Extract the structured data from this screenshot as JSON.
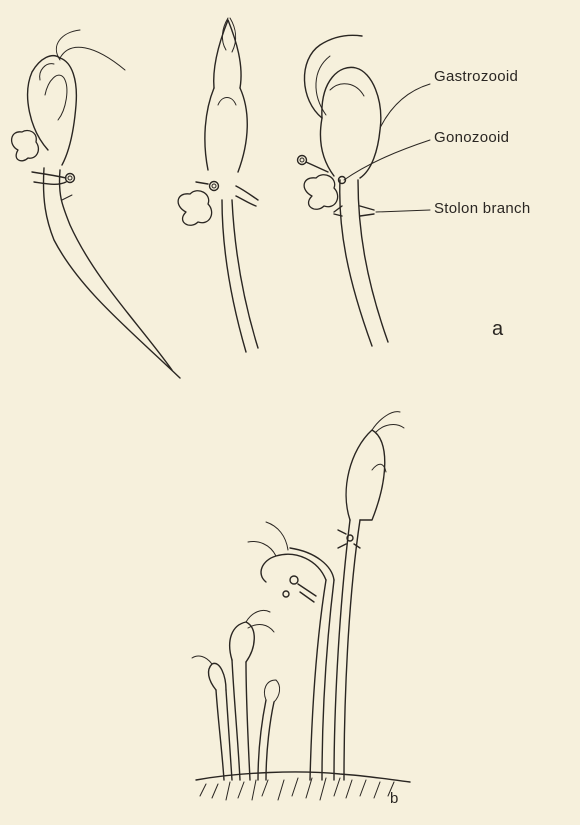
{
  "labels": {
    "gastrozooid": "Gastrozooid",
    "gonozooid": "Gonozooid",
    "stolon_branch": "Stolon branch"
  },
  "panels": {
    "a": "a",
    "b": "b"
  },
  "colors": {
    "background": "#f6f0dc",
    "ink": "#2a2622"
  }
}
